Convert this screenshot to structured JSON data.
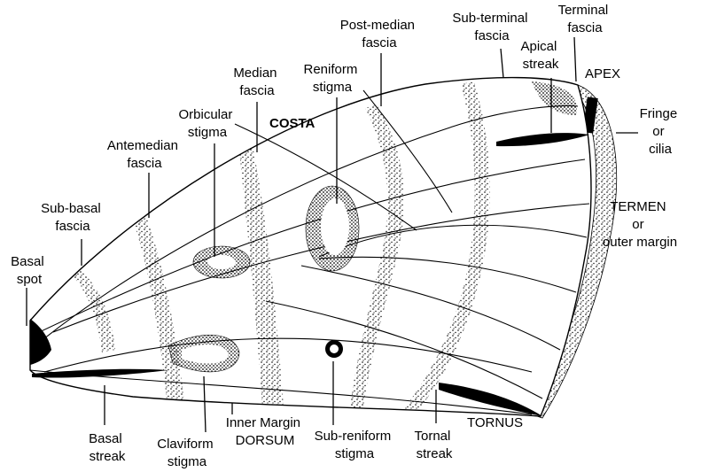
{
  "labels": {
    "terminal_fascia": [
      "Terminal",
      "fascia"
    ],
    "sub_terminal_fascia": [
      "Sub-terminal",
      "fascia"
    ],
    "post_median_fascia": [
      "Post-median",
      "fascia"
    ],
    "apical_streak": [
      "Apical",
      "streak"
    ],
    "apex": "APEX",
    "median_fascia": [
      "Median",
      "fascia"
    ],
    "reniform_stigma": [
      "Reniform",
      "stigma"
    ],
    "orbicular_stigma": [
      "Orbicular",
      "stigma"
    ],
    "costa": "COSTA",
    "fringe_cilia": [
      "Fringe",
      "or",
      "cilia"
    ],
    "antemedian_fascia": [
      "Antemedian",
      "fascia"
    ],
    "termen": [
      "TERMEN",
      "or",
      "outer margin"
    ],
    "sub_basal_fascia": [
      "Sub-basal",
      "fascia"
    ],
    "basal_spot": [
      "Basal",
      "spot"
    ],
    "tornus": "TORNUS",
    "basal_streak": [
      "Basal",
      "streak"
    ],
    "claviform_stigma": [
      "Claviform",
      "stigma"
    ],
    "inner_margin": [
      "Inner Margin",
      "DORSUM"
    ],
    "sub_reniform_stigma": [
      "Sub-reniform",
      "stigma"
    ],
    "tornal_streak": [
      "Tornal",
      "streak"
    ]
  }
}
